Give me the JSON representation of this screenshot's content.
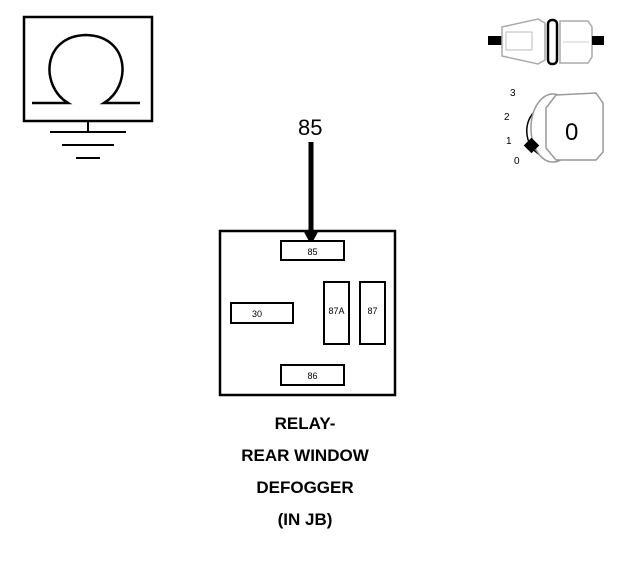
{
  "probe": {
    "label": "85"
  },
  "relay": {
    "pins": {
      "p85": "85",
      "p30": "30",
      "p87a": "87A",
      "p87": "87",
      "p86": "86"
    },
    "caption": [
      "RELAY-",
      "REAR WINDOW",
      "DEFOGGER",
      "(IN JB)"
    ]
  },
  "ignition": {
    "positions": [
      "3",
      "2",
      "1",
      "0"
    ],
    "key_label": "0"
  },
  "icons": {
    "ohmmeter": "ohmmeter-with-ground-icon",
    "connector": "disconnected-connector-icon",
    "ignition": "ignition-key-icon"
  }
}
